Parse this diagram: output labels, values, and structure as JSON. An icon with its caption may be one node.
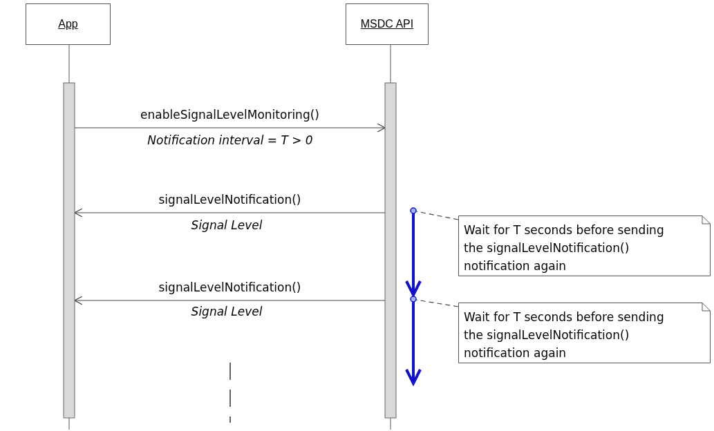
{
  "diagram": {
    "nodes": [
      {
        "text": [
          "App"
        ]
      },
      {
        "text": [
          "MSDC API"
        ]
      },
      {
        "text": [
          "Wait for T seconds before sending the signalLevelNotification() notification again"
        ]
      },
      {
        "text": [
          "Wait for T seconds before sending the signalLevelNotification() notification again"
        ]
      }
    ],
    "edges": [
      {
        "from": 0,
        "to": 1,
        "arrow": "to",
        "label": "enableSignalLevelMonitoring()"
      },
      {
        "from": 1,
        "to": 0,
        "arrow": "to",
        "label": "signalLevelNotification()"
      },
      {
        "from": 1,
        "to": 0,
        "arrow": "to",
        "label": "signalLevelNotification()"
      },
      {
        "from": 2,
        "to": 1,
        "arrow": "none",
        "style": "dashed"
      },
      {
        "from": 3,
        "to": 1,
        "arrow": "none",
        "style": "dashed"
      }
    ],
    "labels": [
      "Notification interval = T > 0",
      "Signal Level",
      "Signal Level"
    ]
  }
}
